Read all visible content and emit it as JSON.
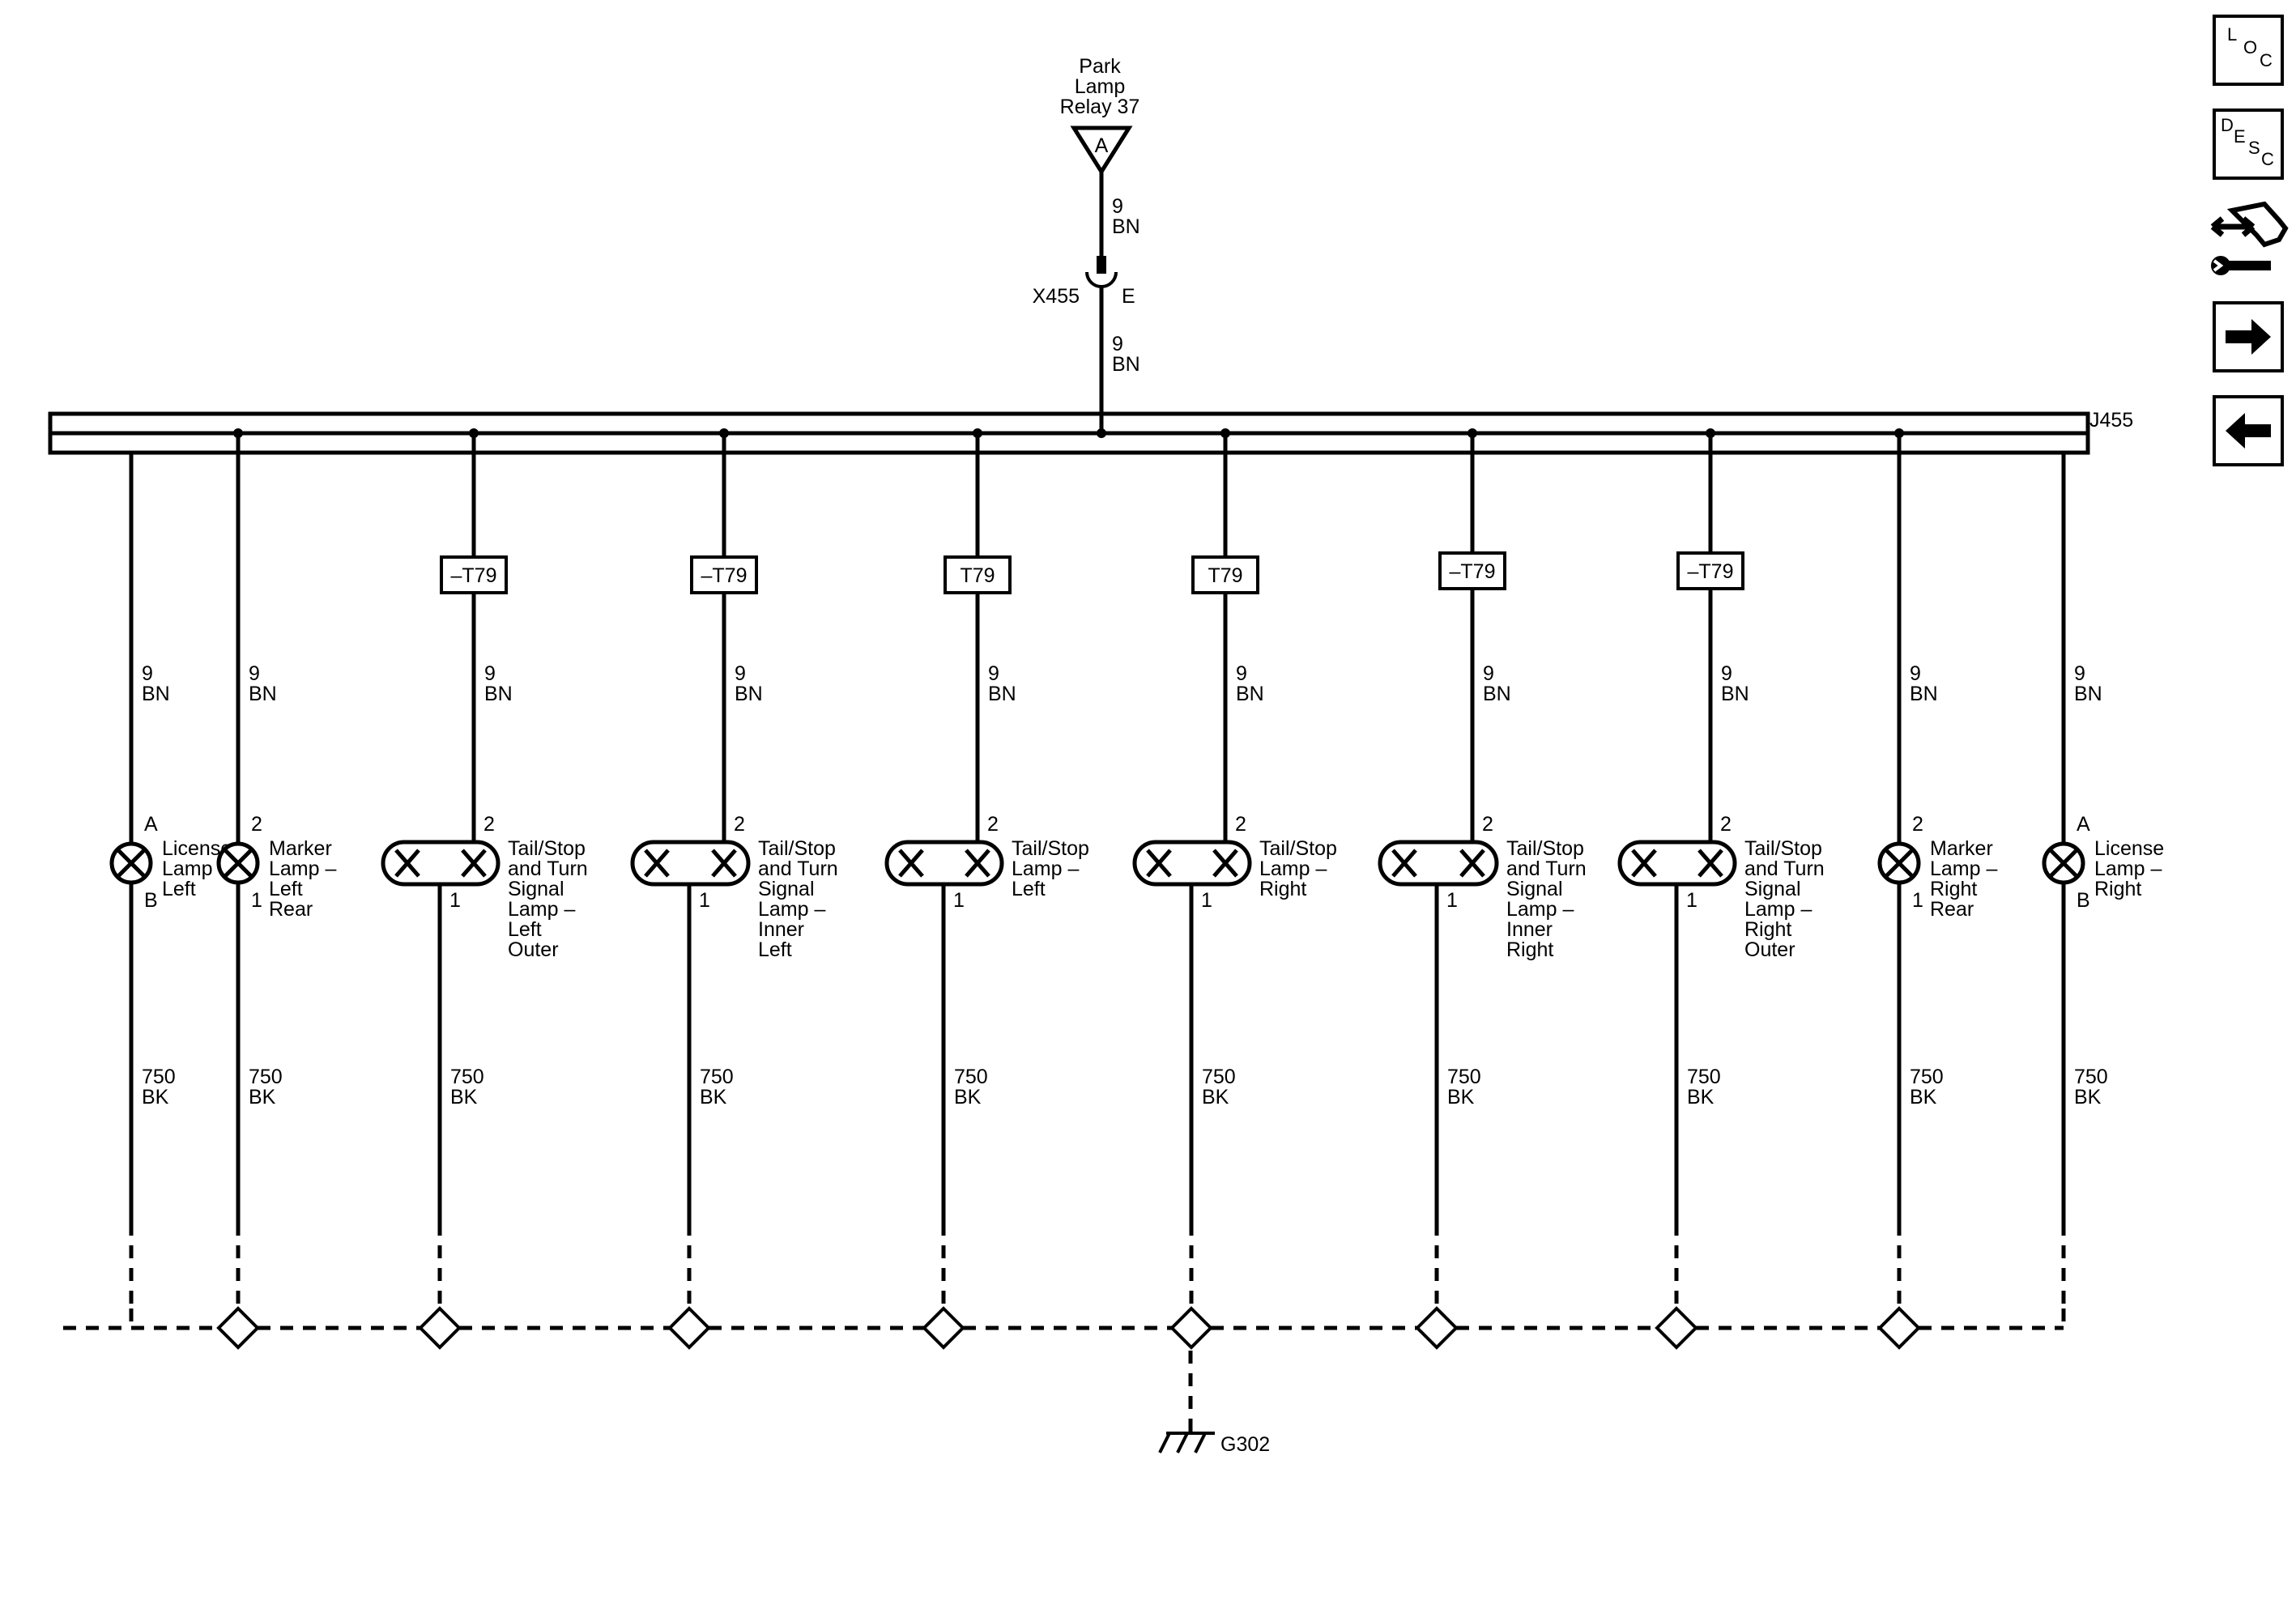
{
  "relay": {
    "line1": "Park",
    "line2": "Lamp",
    "line3": "Relay 37",
    "terminal": "A"
  },
  "feed_upper": {
    "gauge": "9",
    "color": "BN"
  },
  "connector": {
    "name": "X455",
    "pin": "E"
  },
  "feed_lower": {
    "gauge": "9",
    "color": "BN"
  },
  "splice": {
    "name": "J455"
  },
  "ground": {
    "name": "G302"
  },
  "circuits": [
    {
      "option": "",
      "gauge": "9",
      "color": "BN",
      "pin_top": "A",
      "pin_bottom": "B",
      "lamp": "single",
      "label": [
        "License",
        "Lamp –",
        "Left"
      ],
      "gnd_gauge": "750",
      "gnd_color": "BK"
    },
    {
      "option": "",
      "gauge": "9",
      "color": "BN",
      "pin_top": "2",
      "pin_bottom": "1",
      "lamp": "single",
      "label": [
        "Marker",
        "Lamp –",
        "Left",
        "Rear"
      ],
      "gnd_gauge": "750",
      "gnd_color": "BK"
    },
    {
      "option": "–T79",
      "gauge": "9",
      "color": "BN",
      "pin_top": "2",
      "pin_bottom": "1",
      "lamp": "dual",
      "label": [
        "Tail/Stop",
        "and Turn",
        "Signal",
        "Lamp –",
        "Left",
        "Outer"
      ],
      "gnd_gauge": "750",
      "gnd_color": "BK"
    },
    {
      "option": "–T79",
      "gauge": "9",
      "color": "BN",
      "pin_top": "2",
      "pin_bottom": "1",
      "lamp": "dual",
      "label": [
        "Tail/Stop",
        "and Turn",
        "Signal",
        "Lamp –",
        "Inner",
        "Left"
      ],
      "gnd_gauge": "750",
      "gnd_color": "BK"
    },
    {
      "option": "T79",
      "gauge": "9",
      "color": "BN",
      "pin_top": "2",
      "pin_bottom": "1",
      "lamp": "dual",
      "label": [
        "Tail/Stop",
        "Lamp –",
        "Left"
      ],
      "gnd_gauge": "750",
      "gnd_color": "BK"
    },
    {
      "option": "T79",
      "gauge": "9",
      "color": "BN",
      "pin_top": "2",
      "pin_bottom": "1",
      "lamp": "dual",
      "label": [
        "Tail/Stop",
        "Lamp –",
        "Right"
      ],
      "gnd_gauge": "750",
      "gnd_color": "BK"
    },
    {
      "option": "–T79",
      "gauge": "9",
      "color": "BN",
      "pin_top": "2",
      "pin_bottom": "1",
      "lamp": "dual",
      "label": [
        "Tail/Stop",
        "and Turn",
        "Signal",
        "Lamp –",
        "Inner",
        "Right"
      ],
      "gnd_gauge": "750",
      "gnd_color": "BK"
    },
    {
      "option": "–T79",
      "gauge": "9",
      "color": "BN",
      "pin_top": "2",
      "pin_bottom": "1",
      "lamp": "dual",
      "label": [
        "Tail/Stop",
        "and Turn",
        "Signal",
        "Lamp –",
        "Right",
        "Outer"
      ],
      "gnd_gauge": "750",
      "gnd_color": "BK"
    },
    {
      "option": "",
      "gauge": "9",
      "color": "BN",
      "pin_top": "2",
      "pin_bottom": "1",
      "lamp": "single",
      "label": [
        "Marker",
        "Lamp –",
        "Right",
        "Rear"
      ],
      "gnd_gauge": "750",
      "gnd_color": "BK"
    },
    {
      "option": "",
      "gauge": "9",
      "color": "BN",
      "pin_top": "A",
      "pin_bottom": "B",
      "lamp": "single",
      "label": [
        "License",
        "Lamp –",
        "Right"
      ],
      "gnd_gauge": "750",
      "gnd_color": "BK"
    }
  ],
  "nav": [
    {
      "name": "loc-button",
      "icon": "loc-icon",
      "letters": [
        "L",
        "O",
        "C"
      ]
    },
    {
      "name": "desc-button",
      "icon": "desc-icon",
      "letters": [
        "D",
        "E",
        "S",
        "C"
      ]
    },
    {
      "name": "connector-repair-button",
      "icon": "connector-wrench-icon"
    },
    {
      "name": "next-page-button",
      "icon": "arrow-right-icon"
    },
    {
      "name": "previous-page-button",
      "icon": "arrow-left-icon"
    }
  ]
}
